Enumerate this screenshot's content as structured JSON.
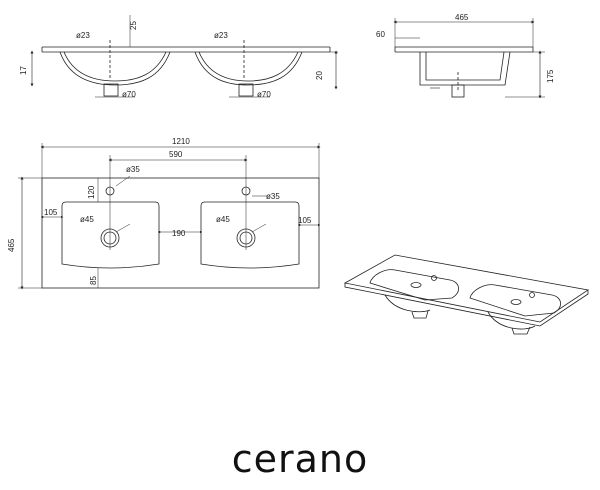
{
  "brand": {
    "name": "cerano",
    "color": "#111111"
  },
  "line_color": "#222222",
  "front_view": {
    "d_left": "ø23",
    "d_right": "ø23",
    "top_thickness": "25",
    "left_height": "17",
    "right_height": "20",
    "drain_left": "ø70",
    "drain_right": "ø70"
  },
  "side_view": {
    "depth": "465",
    "lip": "60",
    "height": "175"
  },
  "top_view": {
    "overall_width": "1210",
    "center_spacing": "590",
    "depth": "465",
    "tap_hole_left": "ø35",
    "tap_hole_right": "ø35",
    "tap_offset": "120",
    "margin_left": "105",
    "margin_right": "105",
    "drain_left": "ø45",
    "drain_right": "ø45",
    "basin_gap": "190",
    "front_margin": "85"
  }
}
